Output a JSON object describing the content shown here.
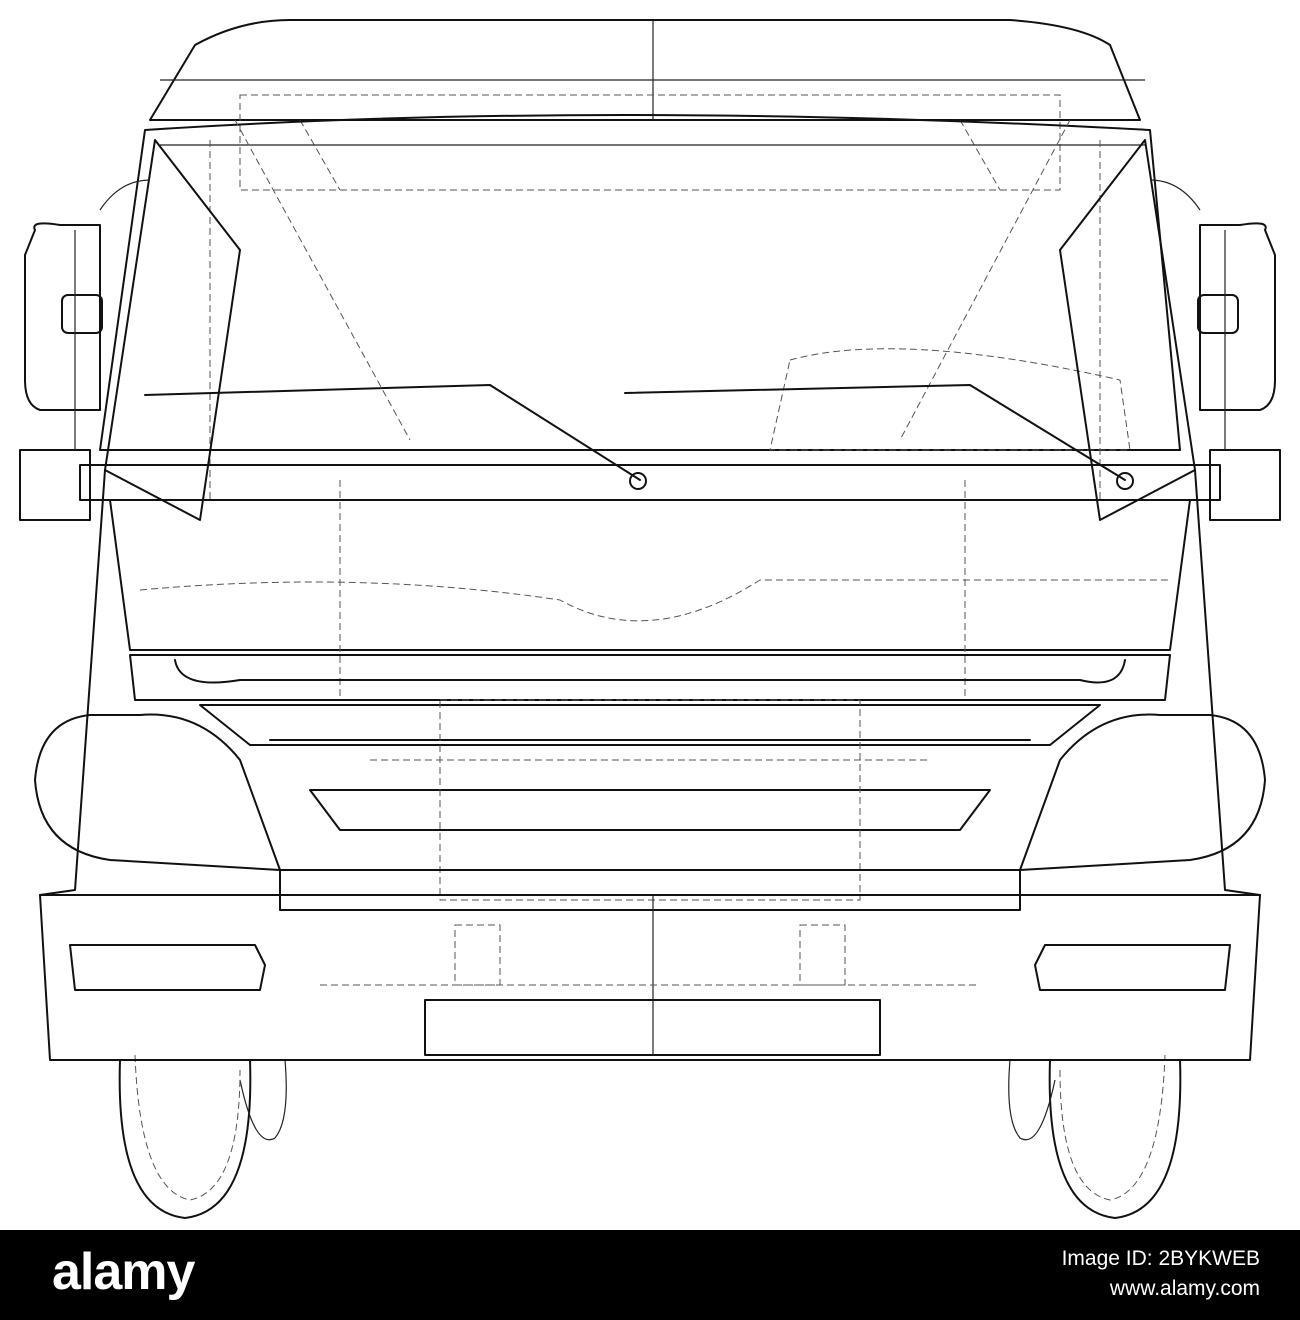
{
  "footer": {
    "brand": "alamy",
    "label": "Image ID:",
    "image_id": "2BYKWEB",
    "url": "www.alamy.com"
  },
  "colors": {
    "background": "#ffffff",
    "line": "#111111",
    "footer": "#000000",
    "footer_text": "#ffffff"
  }
}
